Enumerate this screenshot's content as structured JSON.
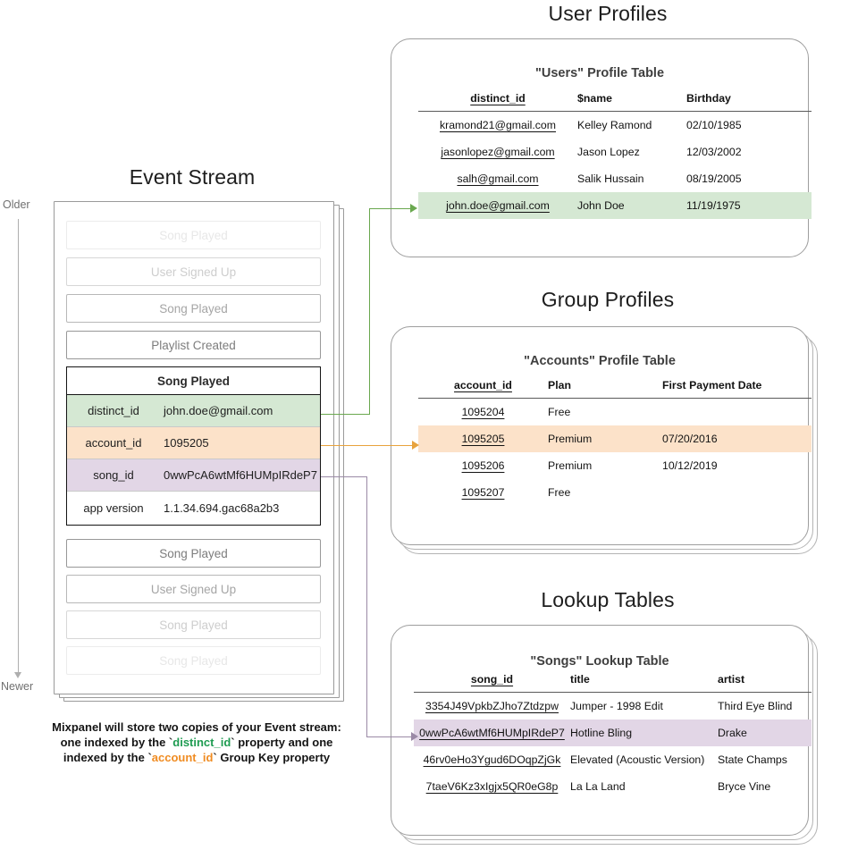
{
  "sections": {
    "event_stream_title": "Event Stream",
    "user_profiles_title": "User Profiles",
    "group_profiles_title": "Group Profiles",
    "lookup_tables_title": "Lookup Tables"
  },
  "time_axis": {
    "older_label": "Older",
    "newer_label": "Newer"
  },
  "event_stream": {
    "events_before": [
      {
        "label": "Song Played",
        "opacity_class": "o-18"
      },
      {
        "label": "User Signed Up",
        "opacity_class": "o-38"
      },
      {
        "label": "Song Played",
        "opacity_class": "o-65"
      },
      {
        "label": "Playlist Created",
        "opacity_class": "o-90"
      }
    ],
    "selected_event": {
      "name": "Song Played",
      "properties": [
        {
          "key": "distinct_id",
          "value": "john.doe@gmail.com",
          "highlight": "bg-green"
        },
        {
          "key": "account_id",
          "value": "1095205",
          "highlight": "bg-orange"
        },
        {
          "key": "song_id",
          "value": "0wwPcA6wtMf6HUMpIRdeP7",
          "highlight": "bg-purple"
        },
        {
          "key": "app version",
          "value": "1.1.34.694.gac68a2b3",
          "highlight": ""
        }
      ]
    },
    "events_after": [
      {
        "label": "Song Played",
        "opacity_class": "o-90"
      },
      {
        "label": "User Signed Up",
        "opacity_class": "o-65"
      },
      {
        "label": "Song Played",
        "opacity_class": "o-38"
      },
      {
        "label": "Song Played",
        "opacity_class": "o-18"
      }
    ],
    "caption": {
      "line1": "Mixpanel will store two copies of your Event stream:",
      "line2_a": "one indexed by the `",
      "line2_token": "distinct_id",
      "line2_b": "` property and one",
      "line3_a": "indexed by the `",
      "line3_token": "account_id",
      "line3_b": "` Group Key property"
    }
  },
  "users_table": {
    "title": "\"Users\" Profile Table",
    "columns": [
      "distinct_id",
      "$name",
      "Birthday"
    ],
    "rows": [
      {
        "cells": [
          "kramond21@gmail.com",
          "Kelley Ramond",
          "02/10/1985"
        ],
        "highlight": ""
      },
      {
        "cells": [
          "jasonlopez@gmail.com",
          "Jason Lopez",
          "12/03/2002"
        ],
        "highlight": ""
      },
      {
        "cells": [
          "salh@gmail.com",
          "Salik Hussain",
          "08/19/2005"
        ],
        "highlight": ""
      },
      {
        "cells": [
          "john.doe@gmail.com",
          "John Doe",
          "11/19/1975"
        ],
        "highlight": "hl-green"
      }
    ]
  },
  "accounts_table": {
    "title": "\"Accounts\" Profile Table",
    "columns": [
      "account_id",
      "Plan",
      "First Payment Date"
    ],
    "rows": [
      {
        "cells": [
          "1095204",
          "Free",
          ""
        ],
        "highlight": ""
      },
      {
        "cells": [
          "1095205",
          "Premium",
          "07/20/2016"
        ],
        "highlight": "hl-orange"
      },
      {
        "cells": [
          "1095206",
          "Premium",
          "10/12/2019"
        ],
        "highlight": ""
      },
      {
        "cells": [
          "1095207",
          "Free",
          ""
        ],
        "highlight": ""
      }
    ]
  },
  "songs_table": {
    "title": "\"Songs\" Lookup Table",
    "columns": [
      "song_id",
      "title",
      "artist"
    ],
    "rows": [
      {
        "cells": [
          "3354J49VpkbZJho7Ztdzpw",
          "Jumper - 1998 Edit",
          "Third Eye Blind"
        ],
        "highlight": ""
      },
      {
        "cells": [
          "0wwPcA6wtMf6HUMpIRdeP7",
          "Hotline Bling",
          "Drake"
        ],
        "highlight": "hl-purple"
      },
      {
        "cells": [
          "46rv0eHo3Ygud6DOqpZjGk",
          "Elevated (Acoustic Version)",
          "State Champs"
        ],
        "highlight": ""
      },
      {
        "cells": [
          "7taeV6Kz3xIgjx5QR0eG8p",
          "La La Land",
          "Bryce Vine"
        ],
        "highlight": ""
      }
    ]
  },
  "colors": {
    "green": "#6aa84f",
    "orange": "#e8a33d",
    "purple": "#9b8aa6",
    "green_fill": "#d5e8d3",
    "orange_fill": "#fce2c9",
    "purple_fill": "#e2d6e6",
    "border_gray": "#9e9e9e"
  }
}
